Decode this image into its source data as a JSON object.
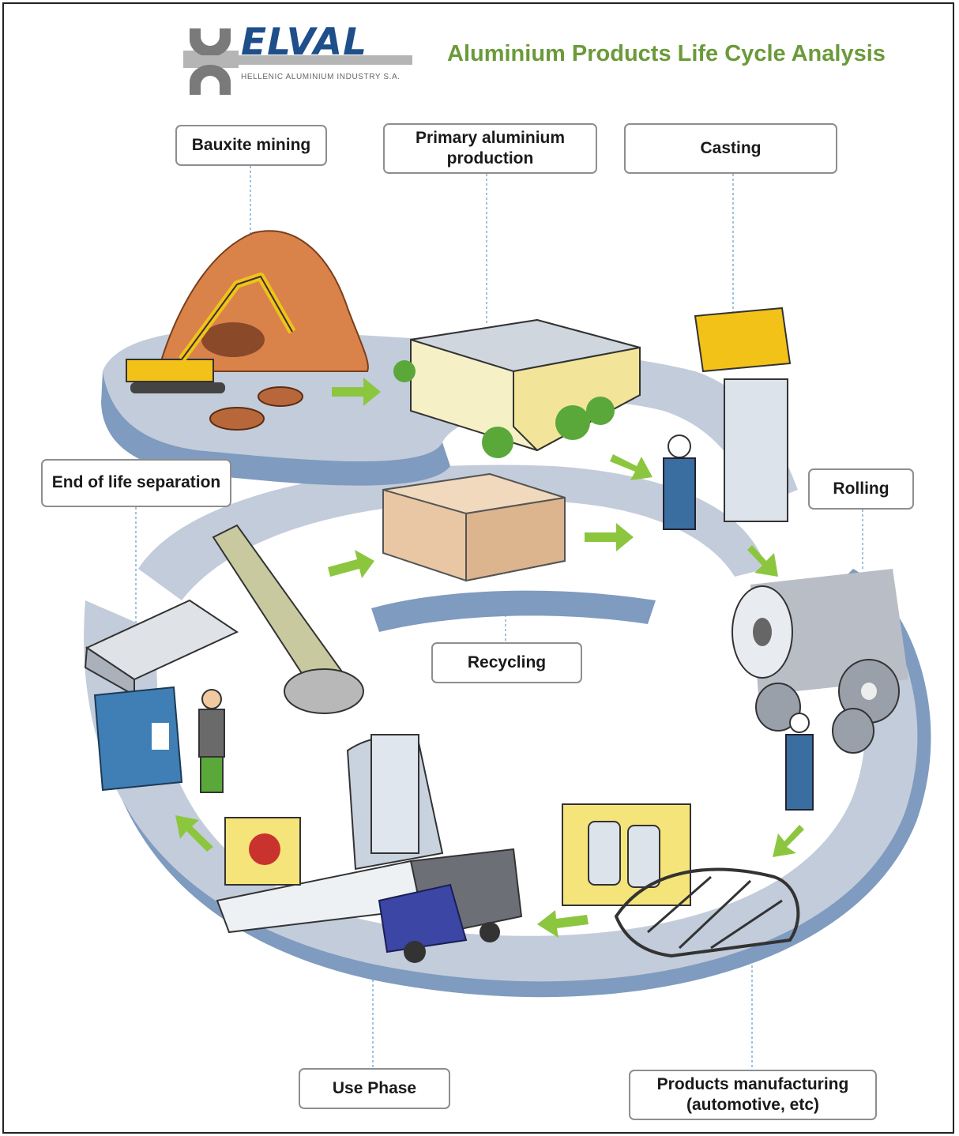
{
  "brand": {
    "name": "ELVAL",
    "subtitle": "HELLENIC ALUMINIUM INDUSTRY S.A."
  },
  "title": "Aluminium Products Life Cycle Analysis",
  "stages": {
    "bauxite_mining": "Bauxite mining",
    "primary_production": "Primary aluminium\nproduction",
    "casting": "Casting",
    "rolling": "Rolling",
    "products_manufacturing": "Products manufacturing\n(automotive, etc)",
    "use_phase": "Use Phase",
    "end_of_life": "End of life separation",
    "recycling": "Recycling"
  },
  "colors": {
    "title": "#6b9a3a",
    "brand": "#1e4f8a",
    "path": "#b9c3d3",
    "path_edge": "#7f9bbf",
    "arrow": "#8cc63f"
  }
}
